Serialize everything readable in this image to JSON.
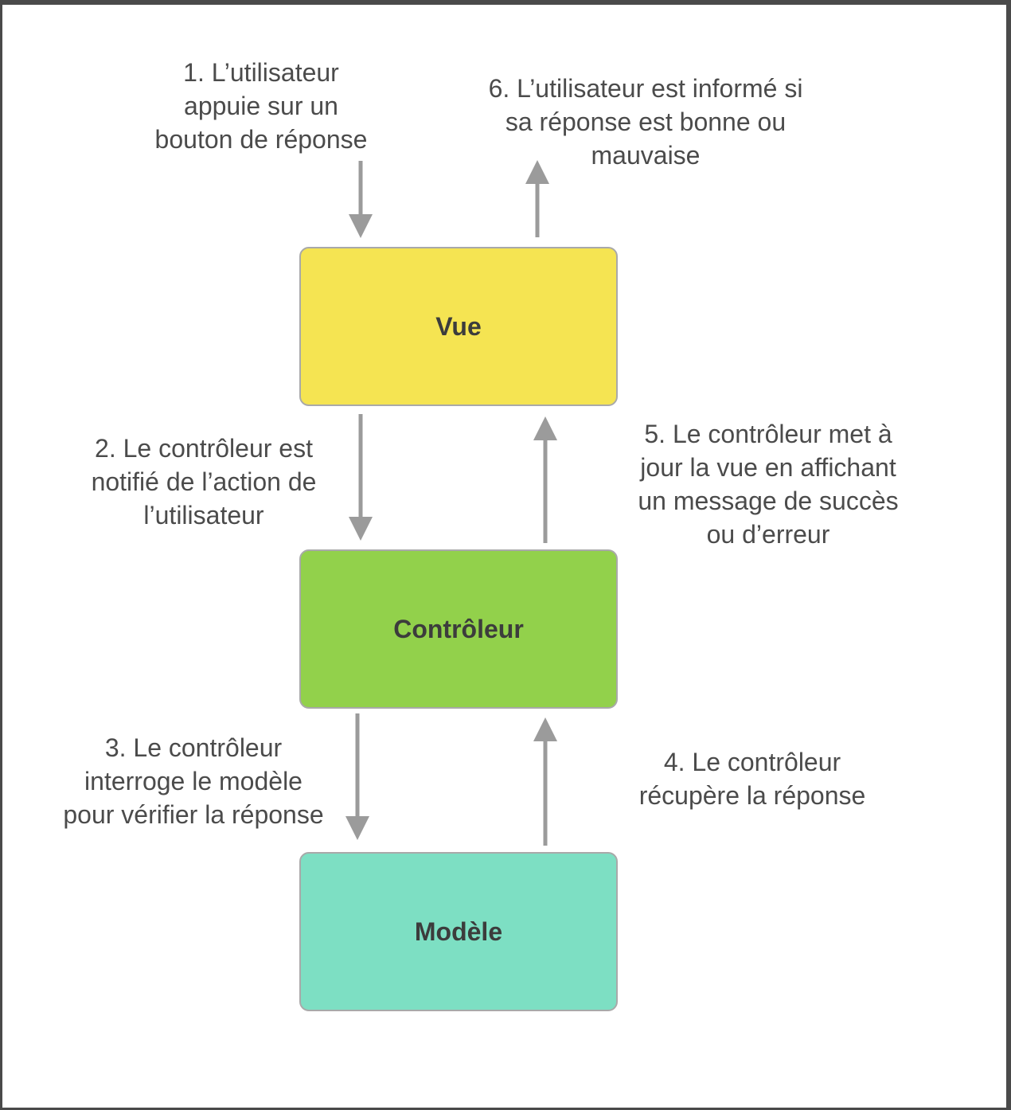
{
  "nodes": {
    "vue": {
      "label": "Vue",
      "color": "#f5e452"
    },
    "controleur": {
      "label": "Contrôleur",
      "color": "#92d14b"
    },
    "modele": {
      "label": "Modèle",
      "color": "#7ddfc3"
    }
  },
  "steps": [
    {
      "lines": [
        "1. L’utilisateur",
        "appuie sur un",
        "bouton de réponse"
      ]
    },
    {
      "lines": [
        "2. Le contrôleur est",
        "notifié de l’action de",
        "l’utilisateur"
      ]
    },
    {
      "lines": [
        "3. Le contrôleur",
        "interroge le modèle",
        "pour vérifier la réponse"
      ]
    },
    {
      "lines": [
        "4. Le contrôleur",
        "récupère la réponse"
      ]
    },
    {
      "lines": [
        "5. Le contrôleur met à",
        "jour la vue en affichant",
        "un message de succès",
        "ou d’erreur"
      ]
    },
    {
      "lines": [
        "6. L’utilisateur est informé si",
        "sa réponse est bonne ou",
        "mauvaise"
      ]
    }
  ],
  "arrow_color": "#9b9b9b"
}
